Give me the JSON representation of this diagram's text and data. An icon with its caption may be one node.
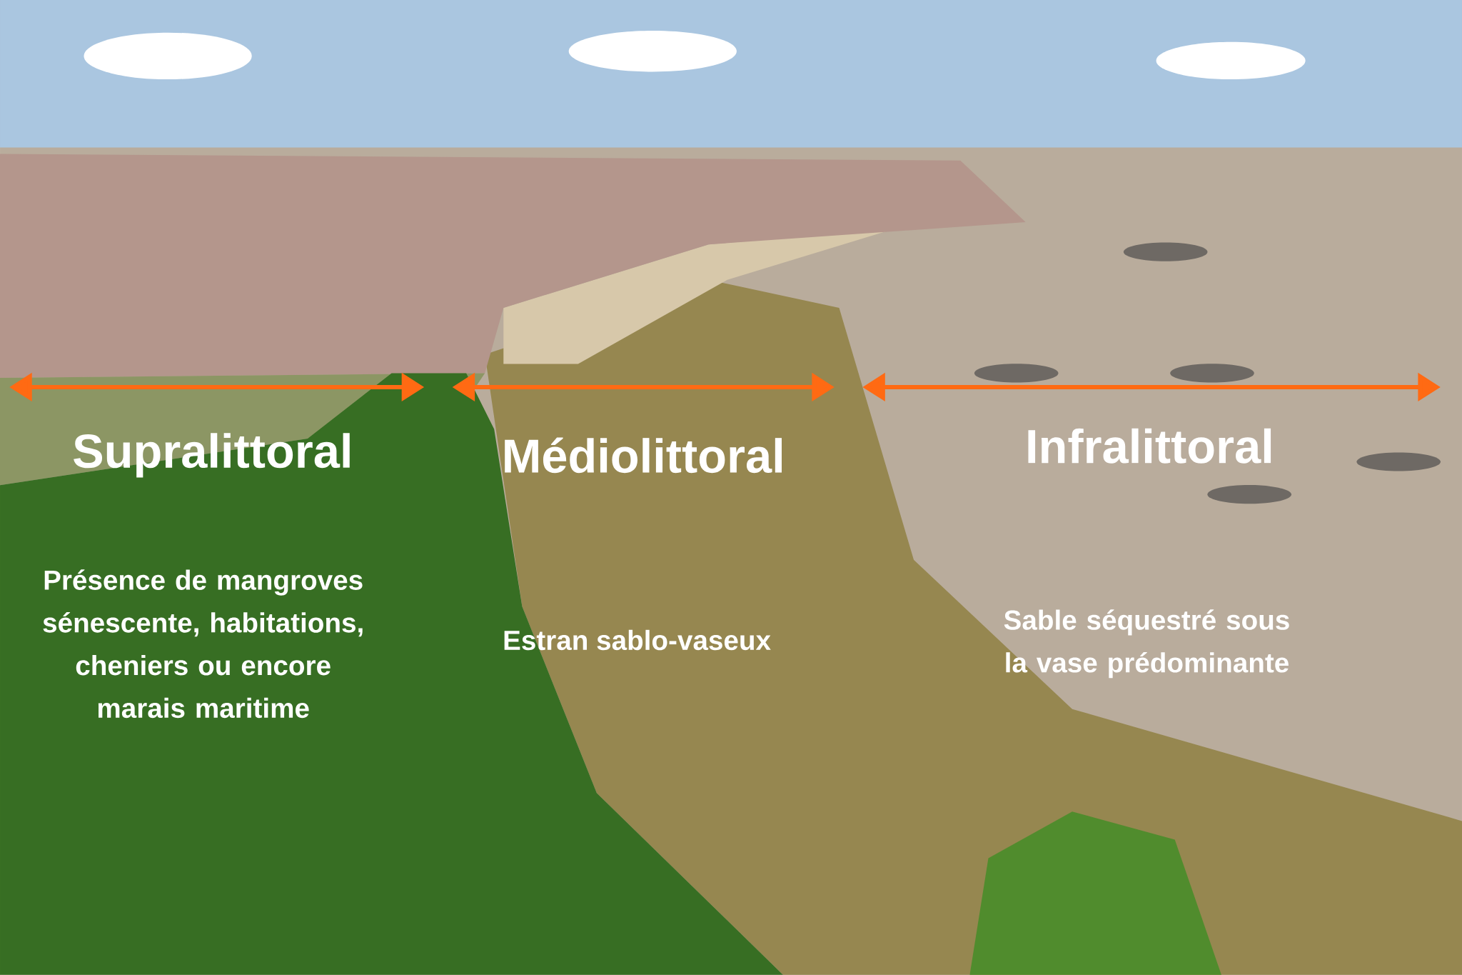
{
  "diagram": {
    "labels": [
      "Supralittoral",
      "Médiolittoral",
      "Infralittoral",
      "Présence de mangroves sénescente, habitations, cheniers ou encore marais maritime",
      "Estran sablo-vaseux",
      "Sable séquestré sous la vase prédominante"
    ]
  }
}
